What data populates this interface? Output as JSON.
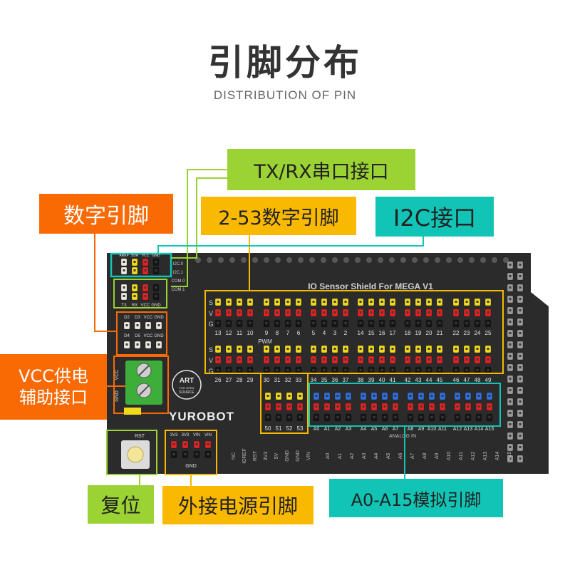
{
  "title": "引脚分布",
  "subtitle": "DISTRIBUTION OF PIN",
  "labels": {
    "txrx": "TX/RX串口接口",
    "digital": "数字引脚",
    "d2_53": "2-53数字引脚",
    "i2c": "I2C接口",
    "vcc": "VCC供电\n辅助接口",
    "reset": "复位",
    "ext_power": "外接电源引脚",
    "analog": "A0-A15模拟引脚"
  },
  "board": {
    "name": "IO Sensor Shield For MEGA V1",
    "brand": "YUROBOT",
    "logo": "ART FOR OPEN SOURCE",
    "rst": "RST",
    "pwm": "PWM",
    "analog_in": "ANALOG IN",
    "i2c_header": [
      "AREF",
      "SDA",
      "VCC",
      "GND"
    ],
    "serial_header": [
      "TX",
      "RX",
      "VCC",
      "GND"
    ],
    "serial_side": [
      "I2C.0",
      "I2C.1",
      "COM.0",
      "COM.1"
    ],
    "d_header1": [
      "D2",
      "D3",
      "VCC",
      "GND"
    ],
    "d_header2": [
      "D4",
      "D5",
      "VCC",
      "GND"
    ],
    "terminal": [
      "VCC",
      "GND"
    ],
    "power_pins": [
      "3V3",
      "3V3",
      "VIN",
      "VIN"
    ],
    "power_gnd": "GND",
    "digital_top": [
      "13",
      "12",
      "11",
      "10",
      "9",
      "8",
      "7",
      "6",
      "5",
      "4",
      "3",
      "2",
      "14",
      "15",
      "16",
      "17",
      "18",
      "19",
      "20",
      "21",
      "22",
      "23",
      "24",
      "25"
    ],
    "digital_bottom": [
      "26",
      "27",
      "28",
      "29",
      "30",
      "31",
      "32",
      "33",
      "34",
      "35",
      "36",
      "37",
      "38",
      "39",
      "40",
      "41",
      "42",
      "43",
      "44",
      "45",
      "46",
      "47",
      "48",
      "49"
    ],
    "digital_50s": [
      "50",
      "51",
      "52",
      "53"
    ],
    "analog_pins": [
      "A0",
      "A1",
      "A2",
      "A3",
      "A4",
      "A5",
      "A6",
      "A7",
      "A8",
      "A9",
      "A10",
      "A11",
      "A12",
      "A13",
      "A14",
      "A15"
    ],
    "svg_rows": [
      "S",
      "V",
      "G"
    ],
    "power_row": [
      "NC",
      "IOREF",
      "RST",
      "3V3",
      "5V",
      "GND",
      "GND",
      "VIN"
    ]
  },
  "colors": {
    "label_green": "#9bd234",
    "label_yellow": "#f9b900",
    "label_teal": "#12c4b6",
    "label_orange": "#f96a05",
    "board": "#2b2b2b",
    "pin_yellow": "#f2d91c",
    "pin_red": "#e52222",
    "pin_blue": "#2f6fe0",
    "pin_black": "#161616",
    "pin_white": "#ece9df"
  }
}
